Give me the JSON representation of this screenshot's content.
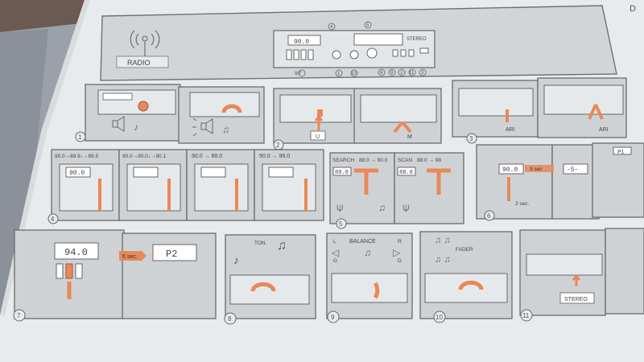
{
  "header": {
    "radio_label": "RADIO",
    "stereo_label": "STEREO",
    "freq_display": "90.0",
    "corner_text": "D",
    "callout_numbers": [
      "4",
      "5",
      "8/7",
      "1",
      "10",
      "8",
      "9",
      "2",
      "11",
      "3"
    ]
  },
  "row1": {
    "step_labels": [
      "1",
      "2",
      "3"
    ],
    "captions": [
      "U",
      "M",
      "ARI",
      "ARI"
    ]
  },
  "row2": {
    "step_labels": [
      "4",
      "5",
      "6"
    ],
    "sequences": [
      "90.0→89.9↓→89.5",
      "90.0→90.0↓→90.1",
      "90.0 → 88.0",
      "90.0 → 99.0"
    ],
    "search_label": "SEARCH",
    "search_seq": "88.0 → 90.0",
    "scan_label": "SCAN",
    "scan_seq": "88.0 → 98",
    "displays": [
      "90.0",
      "88.0",
      "88.0",
      "90.0",
      "-5-"
    ],
    "hold_3sec": "3 sec.",
    "arrow_3sec": "3 sec",
    "p1_label": "P1"
  },
  "row3": {
    "step_labels": [
      "7",
      "8",
      "9",
      "10",
      "11"
    ],
    "display_left": "94.0",
    "arrow_6sec": "6 sec.",
    "display_right": "P2",
    "ton_label": "TON.",
    "balance_label": "BALANCE",
    "balance_l": "L",
    "balance_r": "R",
    "balance_g": "G",
    "balance_d": "D",
    "fader_label": "FADER",
    "stereo_caption": "STEREO"
  },
  "colors": {
    "page": "#e9ecef",
    "line": "#6a6a6a",
    "panel": "#cfd2d5",
    "accent": "#e9885a",
    "text": "#555555"
  }
}
